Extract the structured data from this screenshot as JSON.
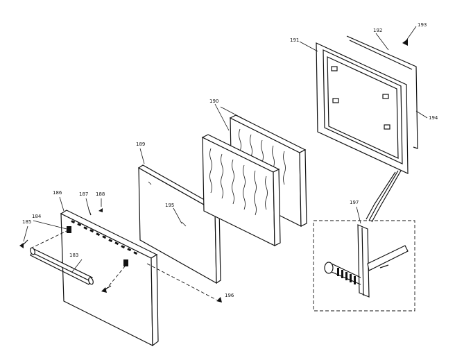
{
  "parts": {
    "p183": "183",
    "p184": "184",
    "p185": "185",
    "p186": "186",
    "p187": "187",
    "p188": "188",
    "p189": "189",
    "p190": "190",
    "p191": "191",
    "p192": "192",
    "p193": "193",
    "p194": "194",
    "p195": "195",
    "p196": "196",
    "p197": "197"
  }
}
